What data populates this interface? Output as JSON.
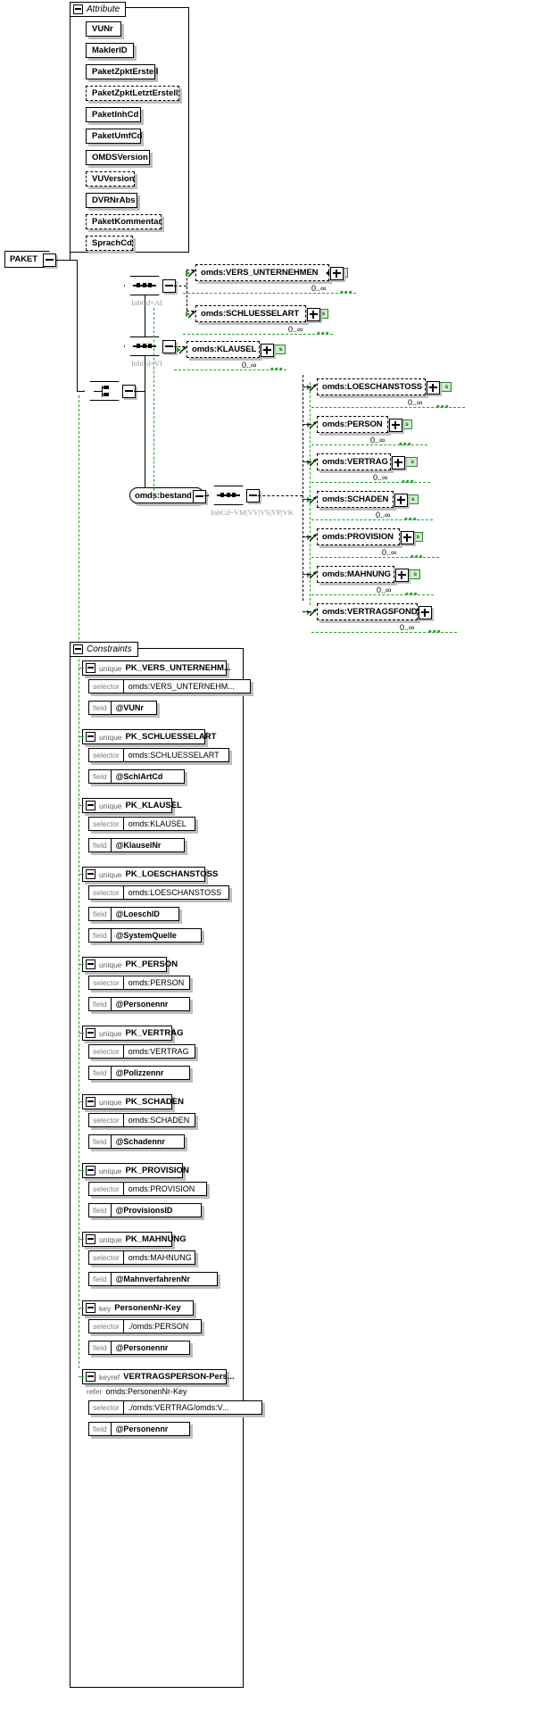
{
  "diagram": {
    "type": "xsd-schema-diagram",
    "root_element": "PAKET",
    "colors": {
      "accent_green": "#22a422",
      "badge_bg": "#c9f0c9",
      "shadow": "#bdbdbd",
      "line": "#000000"
    }
  },
  "attribute_group": {
    "title": "Attribute",
    "expander": "minus",
    "items": [
      {
        "name": "VUNr",
        "required": true
      },
      {
        "name": "MaklerID",
        "required": true
      },
      {
        "name": "PaketZpktErstell",
        "required": true
      },
      {
        "name": "PaketZpktLetztErstell",
        "required": false
      },
      {
        "name": "PaketInhCd",
        "required": true
      },
      {
        "name": "PaketUmfCd",
        "required": true
      },
      {
        "name": "OMDSVersion",
        "required": true
      },
      {
        "name": "VUVersion",
        "required": false
      },
      {
        "name": "DVRNrAbs",
        "required": true
      },
      {
        "name": "PaketKommentar",
        "required": false
      },
      {
        "name": "SprachCd",
        "required": false
      }
    ]
  },
  "content_model": {
    "groups": [
      {
        "id": "group-ai",
        "kind": "sequence",
        "annotation": "InhCd=AI",
        "elements": [
          {
            "name": "omds:VERS_UNTERNEHMEN",
            "badge": "i s",
            "occurrence": "0..∞",
            "expander": "plus"
          },
          {
            "name": "omds:SCHLUESSELART",
            "badge": "i s",
            "occurrence": "0..∞",
            "expander": "plus"
          }
        ]
      },
      {
        "id": "group-vi",
        "kind": "sequence",
        "annotation": "InhCd=VI",
        "elements": [
          {
            "name": "omds:KLAUSEL",
            "badge": "i s",
            "occurrence": "0..∞",
            "expander": "plus"
          }
        ]
      },
      {
        "id": "group-bestand",
        "kind": "sequence",
        "group_name": "omds:bestand",
        "annotation": "InhCd=VM|VV|VS|VP|VK",
        "elements": [
          {
            "name": "omds:LOESCHANSTOSS",
            "badge": "i s",
            "occurrence": "0..∞",
            "expander": "plus"
          },
          {
            "name": "omds:PERSON",
            "badge": "i s",
            "occurrence": "0..∞",
            "expander": "plus"
          },
          {
            "name": "omds:VERTRAG",
            "badge": "i s",
            "occurrence": "0..∞",
            "expander": "plus"
          },
          {
            "name": "omds:SCHADEN",
            "badge": "i s",
            "occurrence": "0..∞",
            "expander": "plus"
          },
          {
            "name": "omds:PROVISION",
            "badge": "i s",
            "occurrence": "0..∞",
            "expander": "plus"
          },
          {
            "name": "omds:MAHNUNG",
            "badge": "i s",
            "occurrence": "0..∞",
            "expander": "plus"
          },
          {
            "name": "omds:VERTRAGSFONDS",
            "badge": "",
            "occurrence": "0..∞",
            "expander": "plus"
          }
        ]
      }
    ],
    "choice_label": ""
  },
  "constraints": {
    "title": "Constraints",
    "expander": "minus",
    "items": [
      {
        "kind": "unique",
        "name": "PK_VERS_UNTERNEHM...",
        "rows": [
          {
            "label": "selector",
            "value": "omds:VERS_UNTERNEHM..."
          },
          {
            "label": "field",
            "value": "@VUNr"
          }
        ]
      },
      {
        "kind": "unique",
        "name": "PK_SCHLUESSELART",
        "rows": [
          {
            "label": "selector",
            "value": "omds:SCHLUESSELART"
          },
          {
            "label": "field",
            "value": "@SchlArtCd"
          }
        ]
      },
      {
        "kind": "unique",
        "name": "PK_KLAUSEL",
        "rows": [
          {
            "label": "selector",
            "value": "omds:KLAUSEL"
          },
          {
            "label": "field",
            "value": "@KlauselNr"
          }
        ]
      },
      {
        "kind": "unique",
        "name": "PK_LOESCHANSTOSS",
        "rows": [
          {
            "label": "selector",
            "value": "omds:LOESCHANSTOSS"
          },
          {
            "label": "field",
            "value": "@LoeschID"
          },
          {
            "label": "field",
            "value": "@SystemQuelle"
          }
        ]
      },
      {
        "kind": "unique",
        "name": "PK_PERSON",
        "rows": [
          {
            "label": "selector",
            "value": "omds:PERSON"
          },
          {
            "label": "field",
            "value": "@Personennr"
          }
        ]
      },
      {
        "kind": "unique",
        "name": "PK_VERTRAG",
        "rows": [
          {
            "label": "selector",
            "value": "omds:VERTRAG"
          },
          {
            "label": "field",
            "value": "@Polizzennr"
          }
        ]
      },
      {
        "kind": "unique",
        "name": "PK_SCHADEN",
        "rows": [
          {
            "label": "selector",
            "value": "omds:SCHADEN"
          },
          {
            "label": "field",
            "value": "@Schadennr"
          }
        ]
      },
      {
        "kind": "unique",
        "name": "PK_PROVISION",
        "rows": [
          {
            "label": "selector",
            "value": "omds:PROVISION"
          },
          {
            "label": "field",
            "value": "@ProvisionsID"
          }
        ]
      },
      {
        "kind": "unique",
        "name": "PK_MAHNUNG",
        "rows": [
          {
            "label": "selector",
            "value": "omds:MAHNUNG"
          },
          {
            "label": "field",
            "value": "@MahnverfahrenNr"
          }
        ]
      },
      {
        "kind": "key",
        "name": "PersonenNr-Key",
        "rows": [
          {
            "label": "selector",
            "value": "./omds:PERSON"
          },
          {
            "label": "field",
            "value": "@Personennr"
          }
        ]
      },
      {
        "kind": "keyref",
        "name": "VERTRAGSPERSON-Pers...",
        "refer_label": "refer",
        "refer_value": "omds:PersonenNr-Key",
        "rows": [
          {
            "label": "selector",
            "value": "./omds:VERTRAG/omds:V..."
          },
          {
            "label": "field",
            "value": "@Personennr"
          }
        ]
      }
    ]
  }
}
